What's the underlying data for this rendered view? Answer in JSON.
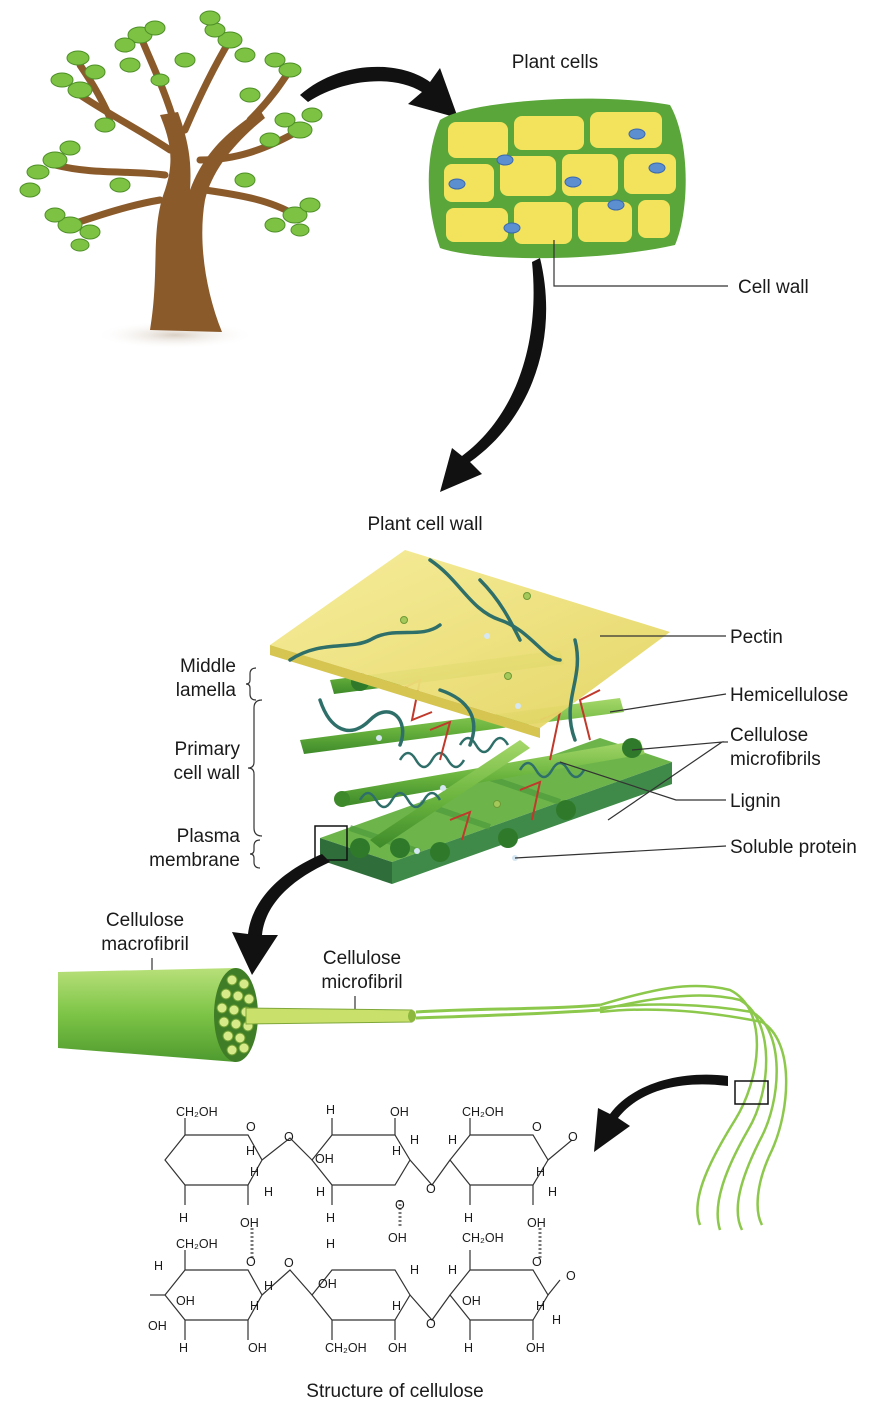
{
  "labels": {
    "plant_cells": "Plant cells",
    "cell_wall": "Cell wall",
    "plant_cell_wall": "Plant cell wall",
    "middle_lamella_1": "Middle",
    "middle_lamella_2": "lamella",
    "primary_cell_wall_1": "Primary",
    "primary_cell_wall_2": "cell wall",
    "plasma_membrane_1": "Plasma",
    "plasma_membrane_2": "membrane",
    "pectin": "Pectin",
    "hemicellulose": "Hemicellulose",
    "cellulose_microfibrils_1": "Cellulose",
    "cellulose_microfibrils_2": "microfibrils",
    "lignin": "Lignin",
    "soluble_protein": "Soluble protein",
    "cellulose_macrofibril_1": "Cellulose",
    "cellulose_macrofibril_2": "macrofibril",
    "cellulose_microfibril_1": "Cellulose",
    "cellulose_microfibril_2": "microfibril",
    "structure_of_cellulose": "Structure of cellulose"
  },
  "chemistry": {
    "ch2oh": "CH₂OH",
    "oh": "OH",
    "h": "H",
    "o": "O"
  },
  "colors": {
    "leaf": "#7dc242",
    "bark": "#8b5a2b",
    "cell_fill": "#f3e25c",
    "cell_wall": "#5aa63a",
    "nucleus": "#5b8fd0",
    "lamella": "#efe27a",
    "fibril": "#5fae3a",
    "membrane": "#3f8a48",
    "pectin_strand": "#2f6f6a",
    "lignin": "#c0392b"
  }
}
